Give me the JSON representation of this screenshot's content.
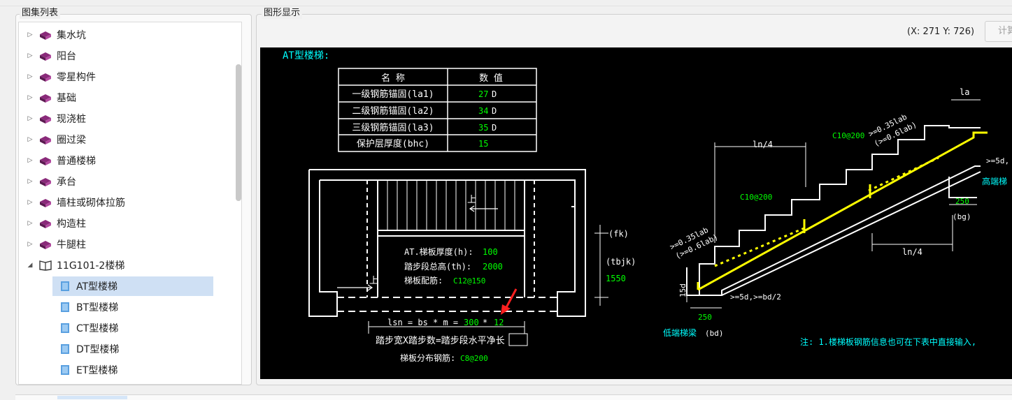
{
  "left_panel": {
    "title": "图集列表",
    "items": [
      {
        "label": "集水坑",
        "kind": "folder"
      },
      {
        "label": "阳台",
        "kind": "folder"
      },
      {
        "label": "零星构件",
        "kind": "folder"
      },
      {
        "label": "基础",
        "kind": "folder"
      },
      {
        "label": "现浇桩",
        "kind": "folder"
      },
      {
        "label": "圈过梁",
        "kind": "folder"
      },
      {
        "label": "普通楼梯",
        "kind": "folder"
      },
      {
        "label": "承台",
        "kind": "folder"
      },
      {
        "label": "墙柱或砌体拉筋",
        "kind": "folder"
      },
      {
        "label": "构造柱",
        "kind": "folder"
      },
      {
        "label": "牛腿柱",
        "kind": "folder"
      },
      {
        "label": "11G101-2楼梯",
        "kind": "open-book"
      },
      {
        "label": "AT型楼梯",
        "kind": "leaf",
        "selected": true
      },
      {
        "label": "BT型楼梯",
        "kind": "leaf"
      },
      {
        "label": "CT型楼梯",
        "kind": "leaf"
      },
      {
        "label": "DT型楼梯",
        "kind": "leaf"
      },
      {
        "label": "ET型楼梯",
        "kind": "leaf"
      }
    ]
  },
  "right_panel": {
    "title": "图形显示",
    "coords": "(X: 271 Y: 726)",
    "calc_button": "计算"
  },
  "drawing": {
    "heading": "AT型楼梯:",
    "table": {
      "headers": [
        "名  称",
        "数  值"
      ],
      "rows": [
        {
          "name": "一级钢筋锚固(la1)",
          "value": "27",
          "unit": "D"
        },
        {
          "name": "二级钢筋锚固(la2)",
          "value": "34",
          "unit": "D"
        },
        {
          "name": "三级钢筋锚固(la3)",
          "value": "35",
          "unit": "D"
        },
        {
          "name": "保护层厚度(bhc)",
          "value": "15",
          "unit": ""
        }
      ]
    },
    "plan": {
      "up_label_1": "上",
      "up_label_2": "上",
      "thickness_label": "AT.梯板厚度(h):",
      "thickness_value": "100",
      "height_label": "踏步段总高(th):",
      "height_value": "2000",
      "rebar_label": "梯板配筋:",
      "rebar_value": "C12@150",
      "fk": "(fk)",
      "tbjk": "(tbjk)",
      "tbjk_value": "1550",
      "lsn_label": "lsn = bs * m =",
      "bs_value": "300",
      "m_sep": "*",
      "m_value": "12",
      "formula": "踏步宽X踏步数=踏步段水平净长",
      "dist_label": "梯板分布钢筋:",
      "dist_value": "C8@200"
    },
    "section": {
      "la": "la",
      "ln4_top": "ln/4",
      "ln4_bottom": "ln/4",
      "c10_top": "C10@200",
      "c10_mid": "C10@200",
      "anchor_top_1": ">=0.35lab",
      "anchor_top_2": "(>=0.6lab)",
      "anchor_bot_1": ">=0.35lab",
      "anchor_bot_2": "(>=0.6lab)",
      "five_d_right": ">=5d,",
      "high_beam": "高端梯",
      "w250_right": "250",
      "bg": "(bg)",
      "fifteen_d": "15d",
      "five_d_left": ">=5d,>=bd/2",
      "w250_left": "250",
      "low_beam": "低端梯梁",
      "bd": "(bd)",
      "note": "注: 1.楼梯板钢筋信息也可在下表中直接输入,"
    }
  },
  "colors": {
    "canvas_bg": "#000000",
    "line_white": "#ffffff",
    "value_green": "#00ff00",
    "label_cyan": "#00ffff",
    "rebar_yellow": "#ffff00",
    "arrow_red": "#ff2020",
    "selection_blue": "#cfe0f4"
  }
}
